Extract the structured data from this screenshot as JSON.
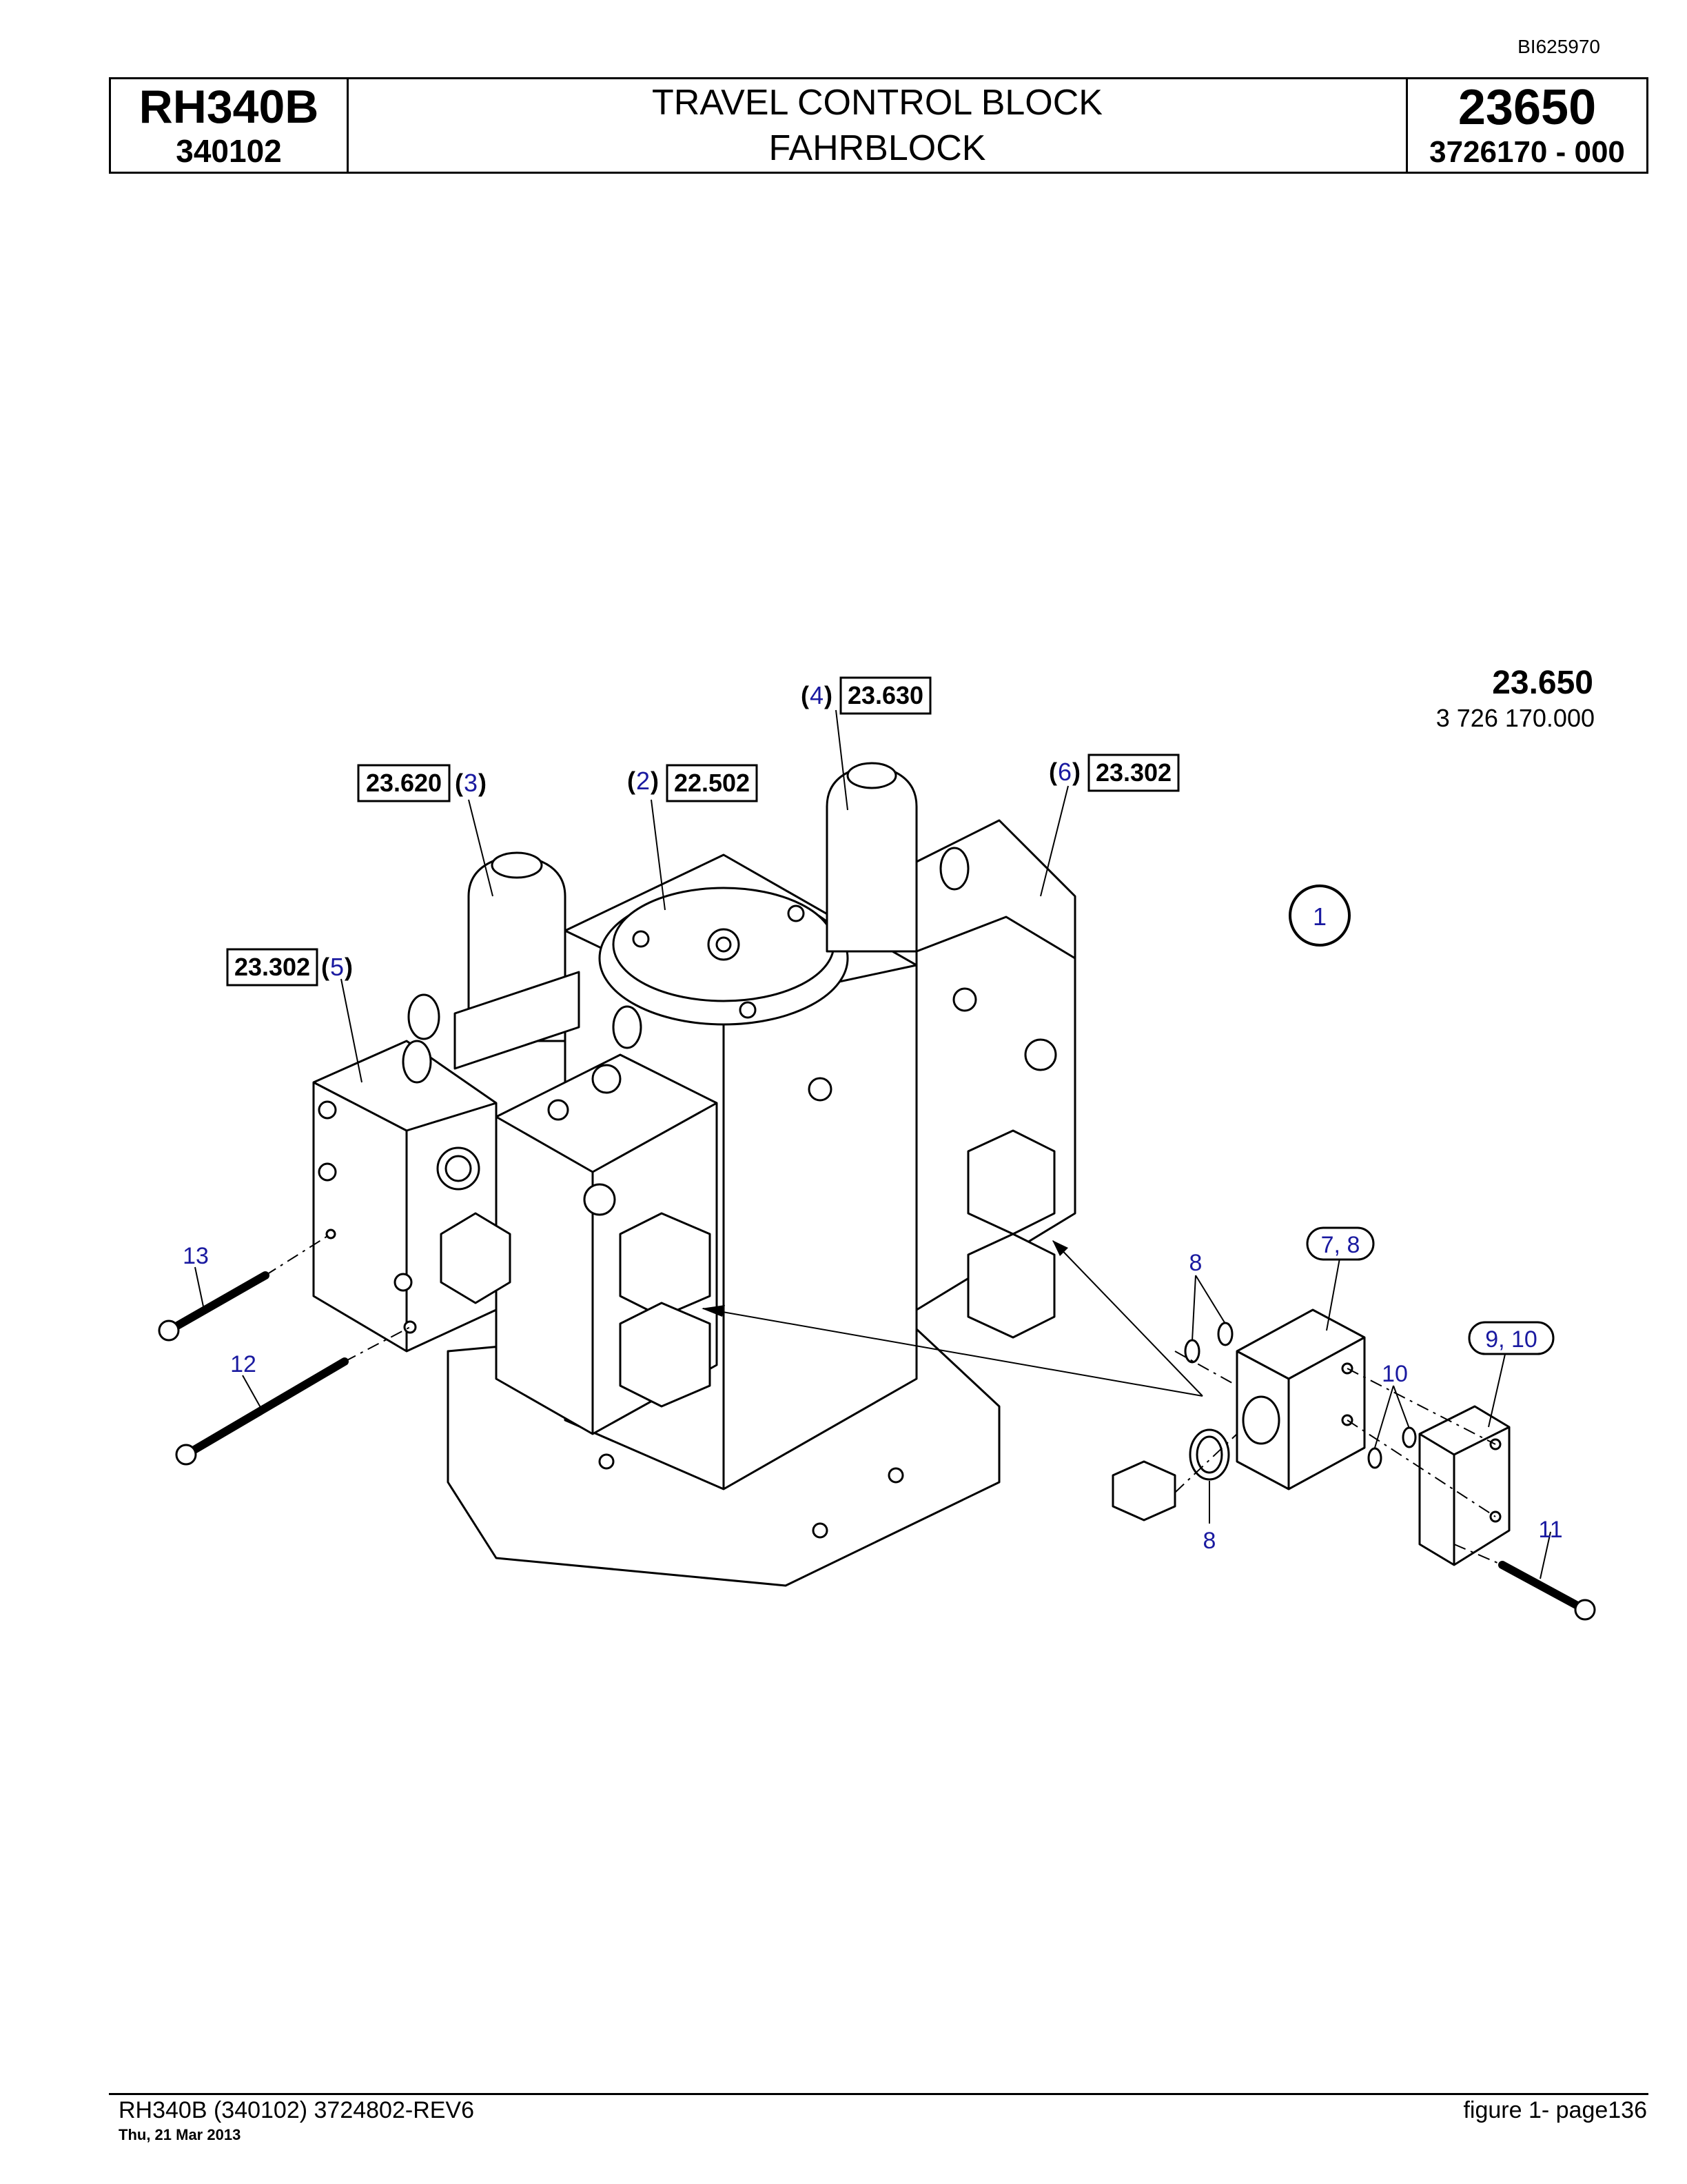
{
  "header": {
    "doc_id": "BI625970",
    "model": "RH340B",
    "model_number": "340102",
    "title_en": "TRAVEL CONTROL BLOCK",
    "title_de": "FAHRBLOCK",
    "group_code": "23650",
    "part_number": "3726170  - 000"
  },
  "diagram": {
    "assembly_ref": "23.650",
    "assembly_part": "3 726 170.000",
    "item_1": "1",
    "ref_23630": "23.630",
    "pos_4": "4",
    "ref_23620": "23.620",
    "pos_3": "3",
    "ref_22502": "22.502",
    "pos_2": "2",
    "ref_23302_right": "23.302",
    "pos_6": "6",
    "ref_23302_left": "23.302",
    "pos_5": "5",
    "item_7_8": "7, 8",
    "item_9_10": "9, 10",
    "item_8_top": "8",
    "item_8_bottom": "8",
    "item_10": "10",
    "item_11": "11",
    "item_12": "12",
    "item_13": "13"
  },
  "footer": {
    "doc_ref": "RH340B (340102) 3724802-REV6",
    "date": "Thu, 21 Mar 2013",
    "page": "figure  1- page136"
  },
  "colors": {
    "callout_blue": "#1a1aa0",
    "line": "#000000"
  }
}
